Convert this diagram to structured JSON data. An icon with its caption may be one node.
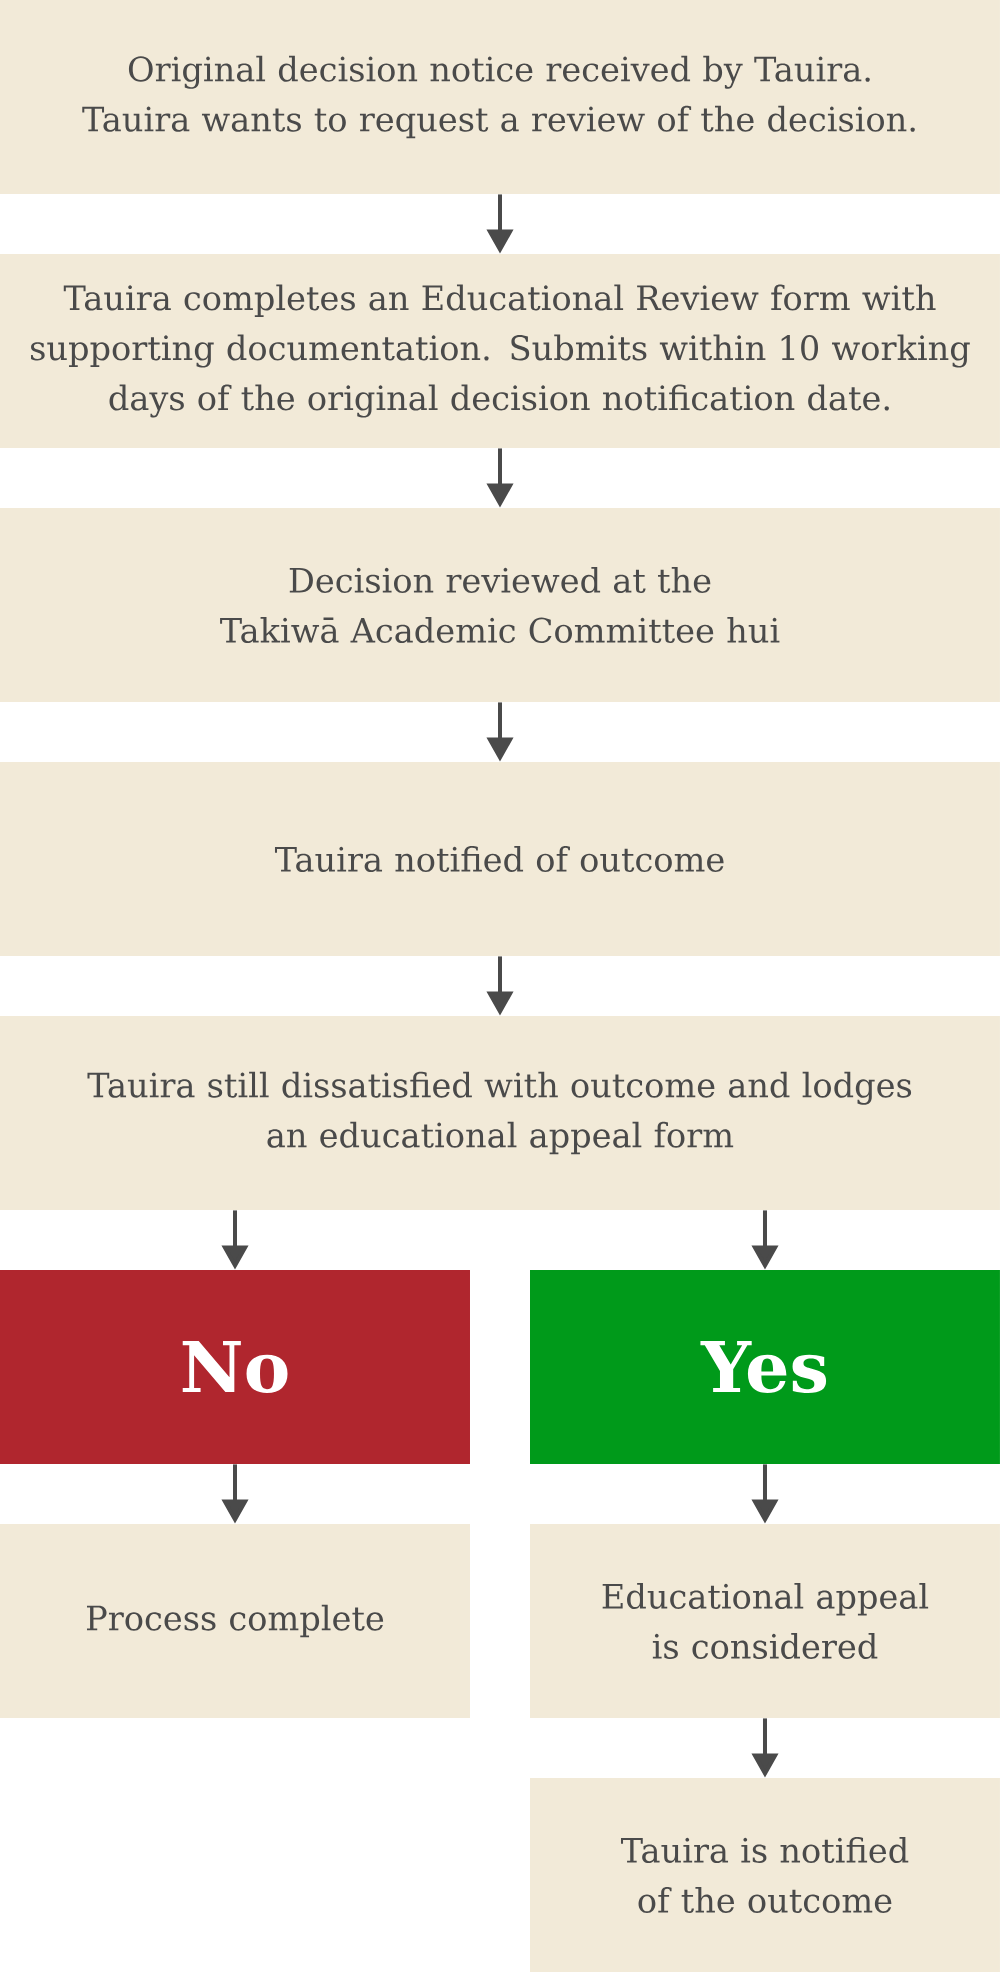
{
  "diagram": {
    "nodes": [
      {
        "text": [
          "Original decision notice received by Tauira. Tauira wants to request a review of the decision."
        ]
      },
      {
        "text": [
          "Tauira completes an Educational Review form with supporting documentation. Submits within 10 working days of the original decision notification date."
        ]
      },
      {
        "text": [
          "Decision reviewed at the Takiwā Academic Committee hui"
        ]
      },
      {
        "text": [
          "Tauira notified of outcome"
        ]
      },
      {
        "text": [
          "Tauira still dissatisfied with outcome and lodges an educational appeal form"
        ]
      },
      {
        "text": [
          "No"
        ]
      },
      {
        "text": [
          "Yes"
        ]
      },
      {
        "text": [
          "Process complete"
        ]
      },
      {
        "text": [
          "Educational appeal is considered"
        ]
      },
      {
        "text": [
          "Tauira is notified of the outcome"
        ]
      }
    ],
    "edges": [
      {
        "from": 0,
        "to": 1,
        "arrow": "to"
      },
      {
        "from": 1,
        "to": 2,
        "arrow": "to"
      },
      {
        "from": 2,
        "to": 3,
        "arrow": "to"
      },
      {
        "from": 3,
        "to": 4,
        "arrow": "to"
      },
      {
        "from": 4,
        "to": 5,
        "arrow": "to"
      },
      {
        "from": 4,
        "to": 6,
        "arrow": "to"
      },
      {
        "from": 5,
        "to": 7,
        "arrow": "to"
      },
      {
        "from": 6,
        "to": 8,
        "arrow": "to"
      },
      {
        "from": 8,
        "to": 9,
        "arrow": "to"
      }
    ]
  }
}
